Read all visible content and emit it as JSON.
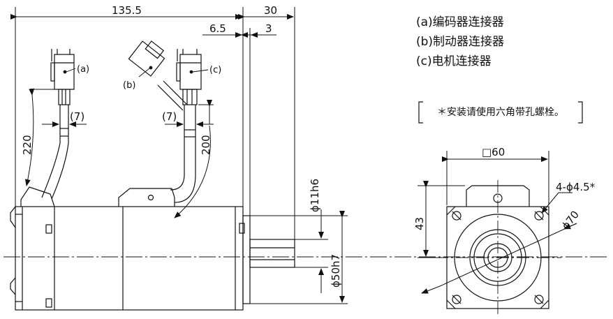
{
  "dimensions": {
    "overall_length": "135.5",
    "shaft_length": "30",
    "flange_thickness": "6.5",
    "shaft_step": "3",
    "cable_strain_relief_left": "(7)",
    "cable_strain_relief_right": "(7)",
    "encoder_cable_length": "220",
    "brake_cable_length": "200",
    "shaft_diameter": "ϕ11h6",
    "pilot_diameter": "ϕ50h7",
    "flange_square": "□60",
    "height_to_flat": "43",
    "mounting_holes": "4-ϕ4.5*",
    "bolt_circle": "ϕ70"
  },
  "connector_labels": {
    "a": "(a)",
    "b": "(b)",
    "c": "(c)"
  },
  "legend": [
    "(a)编码器连接器",
    "(b)制动器连接器",
    "(c)电机连接器"
  ],
  "note": "＊安装请使用六角带孔螺栓。"
}
